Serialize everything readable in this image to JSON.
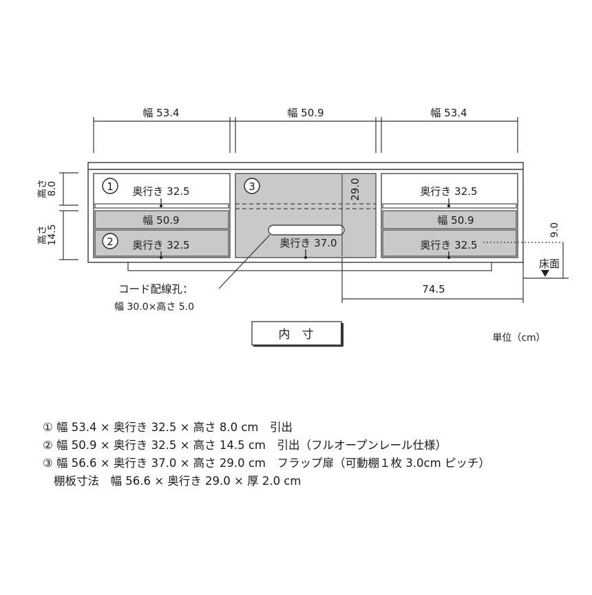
{
  "top_dims": {
    "left": "幅 53.4",
    "center": "幅 50.9",
    "right": "幅 53.4"
  },
  "side_dims": {
    "upper_label": "高さ",
    "upper_value": "8.0",
    "lower_label": "高さ",
    "lower_value": "14.5"
  },
  "left_module": {
    "badge_1": "①",
    "drawer_1_depth": "奥行き 32.5",
    "width_label": "幅 50.9",
    "badge_2": "②",
    "drawer_2_depth": "奥行き 32.5"
  },
  "center_module": {
    "badge_3": "③",
    "height_label": "29.0",
    "depth_label": "奥行き 37.0"
  },
  "right_module": {
    "drawer_1_depth": "奥行き 32.5",
    "width_label": "幅 50.9",
    "drawer_2_depth": "奥行き 32.5"
  },
  "right_dims": {
    "height_9": "9.0",
    "floor_label": "床面",
    "width_745": "74.5"
  },
  "cord_hole": {
    "label": "コード配線孔：",
    "size": "幅 30.0×高さ 5.0"
  },
  "inner_box_label": "内　寸",
  "unit_label": "単位（cm）",
  "notes": [
    "① 幅 53.4 × 奥行き 32.5 × 高さ 8.0 cm　引出",
    "② 幅 50.9 × 奥行き 32.5 × 高さ 14.5 cm　引出（フルオープンレール仕様）",
    "③ 幅 56.6 × 奥行き 37.0 × 高さ 29.0 cm　フラップ扉（可動棚１枚 3.0cm ピッチ）",
    "棚板寸法　幅 56.6 × 奥行き 29.0 × 厚 2.0 cm"
  ],
  "colors": {
    "shelf_fill": "#c9c9c9",
    "line": "#333333"
  }
}
